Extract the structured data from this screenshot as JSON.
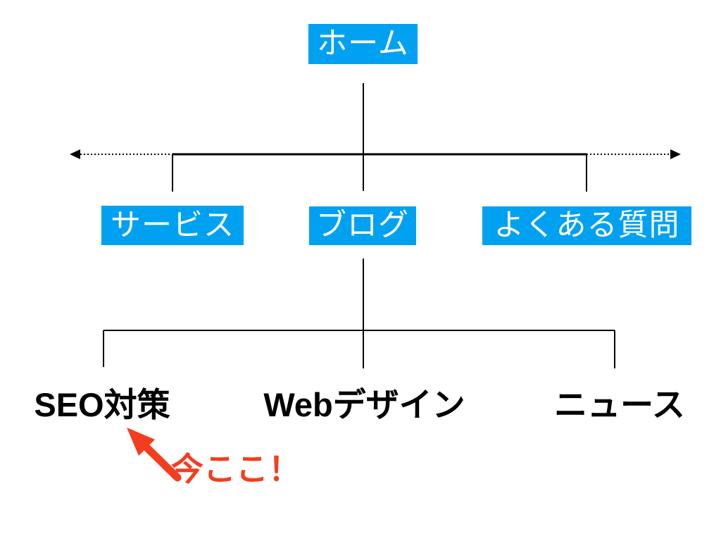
{
  "nodes": {
    "home": {
      "label": "ホーム"
    },
    "services": {
      "label": "サービス"
    },
    "blog": {
      "label": "ブログ"
    },
    "faq": {
      "label": "よくある質問"
    },
    "seo": {
      "label": "SEO対策"
    },
    "webdesign": {
      "label": "Webデザイン"
    },
    "news": {
      "label": "ニュース"
    }
  },
  "annotation": {
    "label": "今ここ！"
  },
  "colors": {
    "node_background": "#00a1f1",
    "node_text": "#ffffff",
    "line": "#000000",
    "annotation_red": "#f43d1e",
    "leaf_text": "#000000",
    "background": "#ffffff"
  }
}
